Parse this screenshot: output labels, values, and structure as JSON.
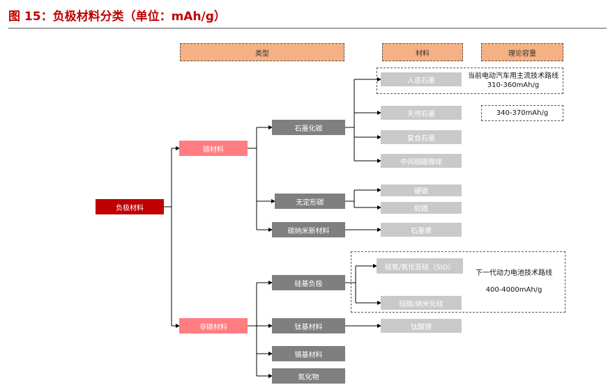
{
  "title": "图 15：负极材料分类（单位：mAh/g）",
  "headers": {
    "type": "类型",
    "material": "材料",
    "capacity": "理论容量"
  },
  "root": "负极材料",
  "level1": {
    "carbon": "碳材料",
    "non_carbon": "非碳材料"
  },
  "level2": {
    "graphitized_carbon": "石墨化碳",
    "amorphous_carbon": "无定形碳",
    "carbon_nano": "碳纳米新材料",
    "silicon_based": "硅基负极",
    "titanium_based": "钛基材料",
    "tin_based": "锡基材料",
    "nitride": "氮化物"
  },
  "level3": {
    "artificial_graphite": "人造石墨",
    "natural_graphite": "天然石墨",
    "composite_graphite": "复合石墨",
    "mesocarbon_microbeads": "中间相碳微球",
    "hard_carbon": "硬碳",
    "soft_carbon": "软碳",
    "graphene": "石墨烯",
    "silicon_oxide": "硅氧/氧化亚硅（SiO）",
    "silicon_carbon": "硅碳/纳米化硅",
    "lithium_titanate": "钛酸锂"
  },
  "notes": {
    "artificial_line1": "当前电动汽车用主流技术路线",
    "artificial_line2": "310-360mAh/g",
    "natural": "340-370mAh/g",
    "silicon_line1": "下一代动力电池技术路线",
    "silicon_line2": "400-4000mAh/g"
  },
  "colors": {
    "title": "#c00000",
    "root": "#c00000",
    "level1": "#ff7c80",
    "level2": "#7f7f7f",
    "level3": "#c9c9c9",
    "header": "#f4b183"
  }
}
